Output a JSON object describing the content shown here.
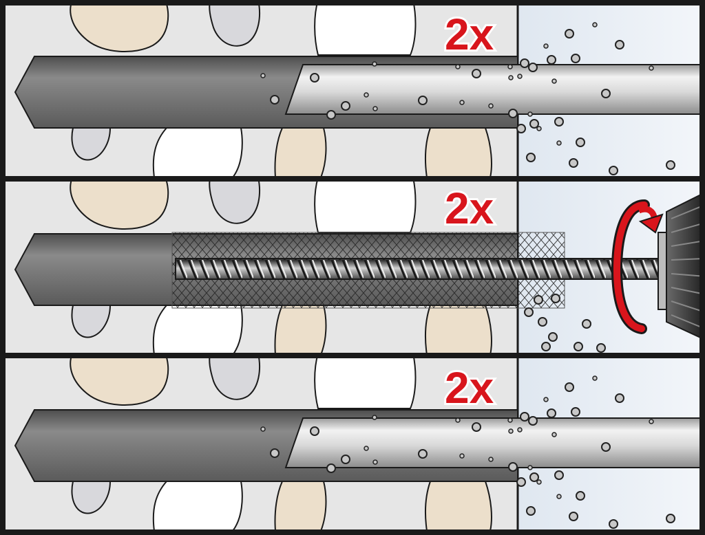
{
  "panels": [
    {
      "step": "blow-out",
      "count": "2x",
      "tool": "air-pump-nozzle-icon"
    },
    {
      "step": "brush-out",
      "count": "2x",
      "tool": "cleaning-brush-icon",
      "action": "rotate-icon"
    },
    {
      "step": "blow-out",
      "count": "2x",
      "tool": "air-pump-nozzle-icon"
    }
  ],
  "colors": {
    "count_text": "#d8151c",
    "outline": "#1a1a1a",
    "concrete": "#e6e6e6",
    "borehole": "#6b6b6b",
    "wall_face": "#e9f0f7",
    "aggregate_beige": "#ecdfcb",
    "aggregate_grey": "#d8d8dc",
    "aggregate_white": "#ffffff",
    "rotation_arrow": "#d8151c"
  }
}
